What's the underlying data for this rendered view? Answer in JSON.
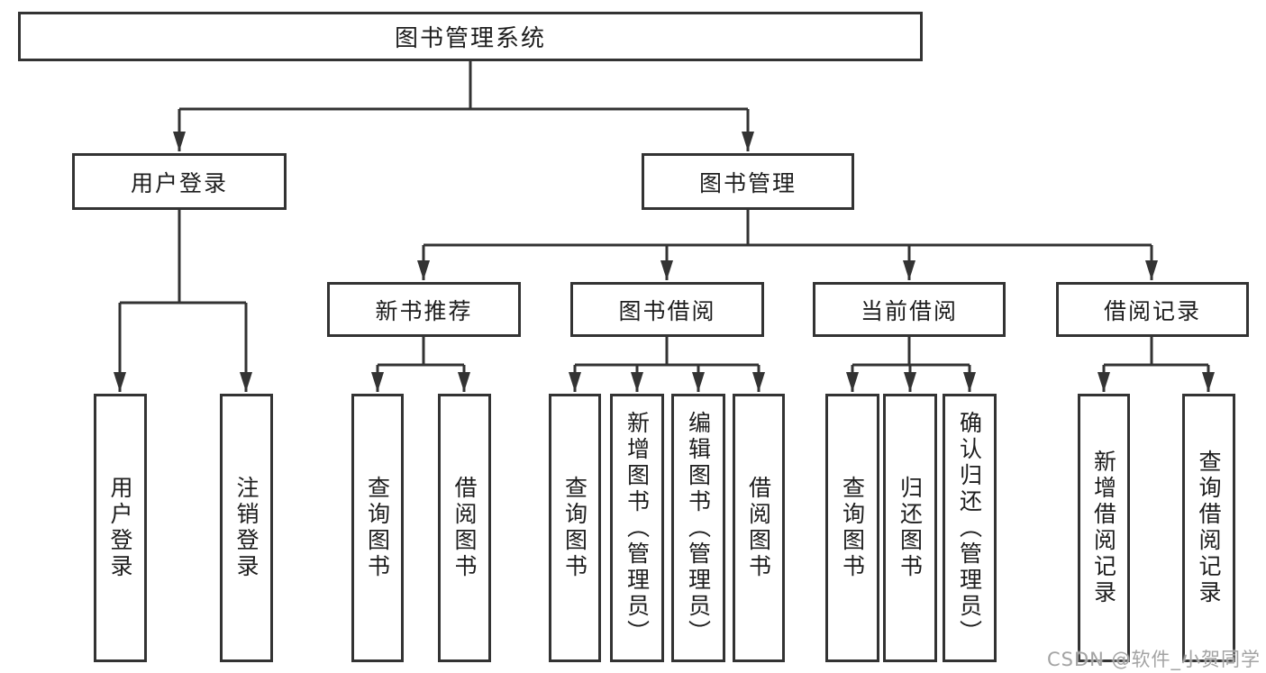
{
  "diagram": {
    "title": "图书管理系统",
    "type": "function-structure-tree",
    "tree": {
      "label": "图书管理系统",
      "children": [
        {
          "label": "用户登录",
          "children": [
            {
              "label": "用户登录"
            },
            {
              "label": "注销登录"
            }
          ]
        },
        {
          "label": "图书管理",
          "children": [
            {
              "label": "新书推荐",
              "children": [
                {
                  "label": "查询图书"
                },
                {
                  "label": "借阅图书"
                }
              ]
            },
            {
              "label": "图书借阅",
              "children": [
                {
                  "label": "查询图书"
                },
                {
                  "label": "新增图书（管理员）"
                },
                {
                  "label": "编辑图书（管理员）"
                },
                {
                  "label": "借阅图书"
                }
              ]
            },
            {
              "label": "当前借阅",
              "children": [
                {
                  "label": "查询图书"
                },
                {
                  "label": "归还图书"
                },
                {
                  "label": "确认归还（管理员）"
                }
              ]
            },
            {
              "label": "借阅记录",
              "children": [
                {
                  "label": "新增借阅记录"
                },
                {
                  "label": "查询借阅记录"
                }
              ]
            }
          ]
        }
      ]
    }
  },
  "watermark": {
    "text": "CSDN @软件_小贺同学"
  },
  "colors": {
    "line": "#333333",
    "box_border": "#333333",
    "box_background": "#ffffff",
    "text": "#1d1d1d",
    "watermark": "#a3a3a3",
    "page_background": "#ffffff"
  }
}
